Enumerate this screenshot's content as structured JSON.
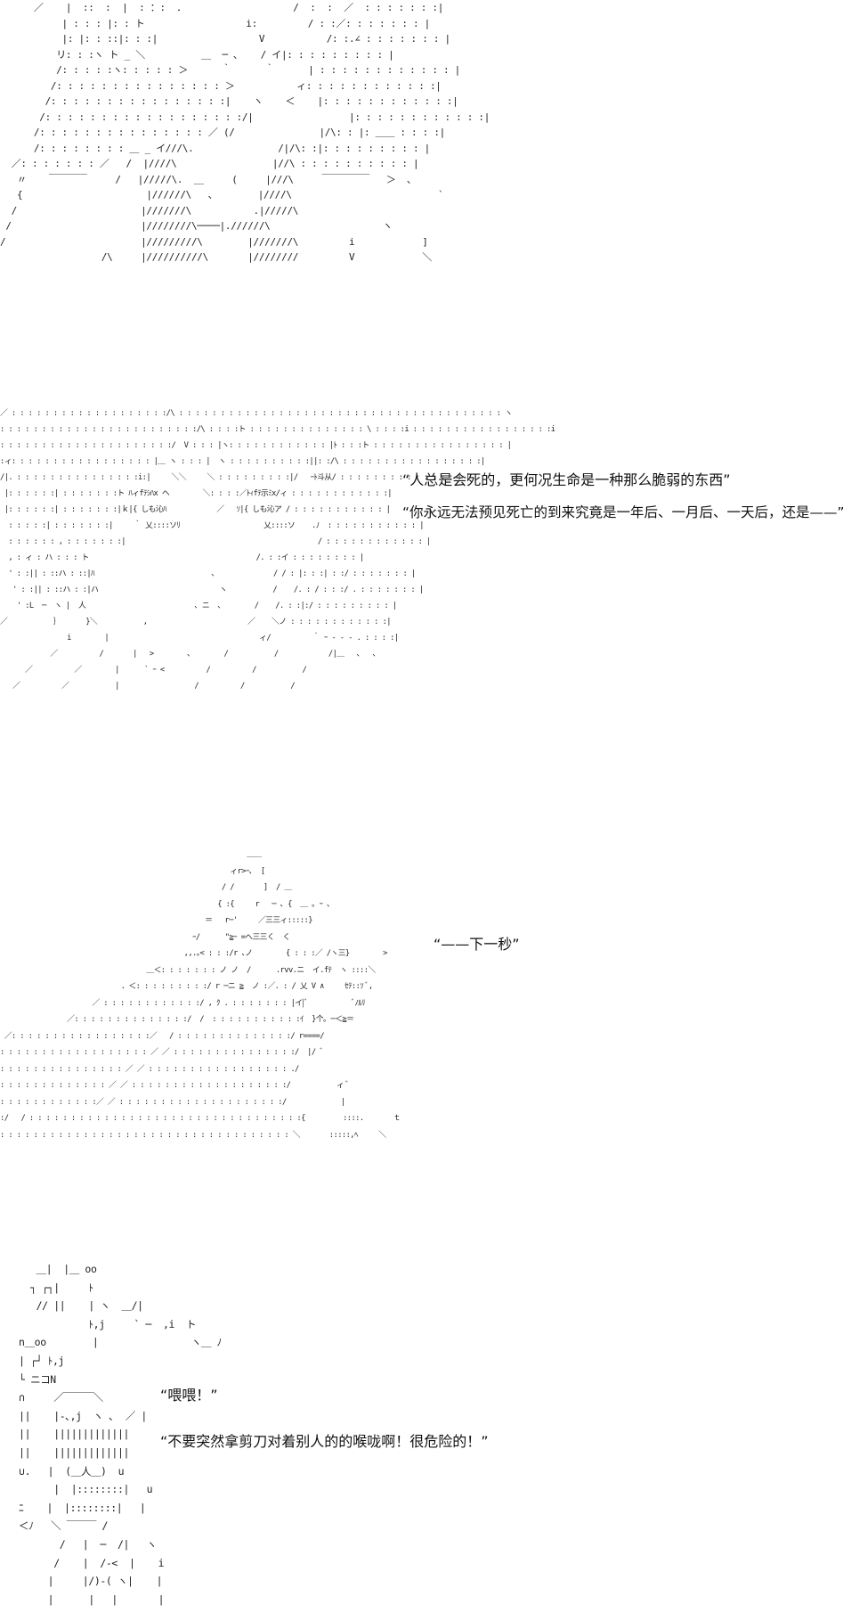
{
  "panels": [
    {
      "art": "      ／    |  ::  :  |  : ：:  ．                   /  :  :  ／  : : : : : : :|\n           | : : : |: : ト                  i:         / : :／: : : : : : : |\n           |: |: : ::|: : :|                  V           /: :.∠ : : : : : : : |\n          リ: : :ヽ ト _ ＼          ＿  ─ ､    / イ|: : : : : : : : : |\n          /: : : : :ヽ: : : : : ＞      ｀      ｀      | : : : : : : : : : : : : |\n         /: : : : : : : : : : : : : : : ＞           ィ: : : : : : : : : : : :|\n        /: : : : : : : : : : : : : : : :|    ヽ    ＜    |: : : : : : : : : : : :|\n       /: : : : : : : : : : : : : : : : : :/|                 |: : : : : : : : : : : :|\n      /: : : : : : : : : : : : : : : ／ (/               |/\\: : |: ＿＿ : : : :|\n      /: : : : : : : : ＿ _ イ///\\.               /|/\\: :|: : : : : : : : : |\n  ／: : : : : : : ／   /  |////\\                 |//\\ : : : : : : : : : : |\n   〃    ￣￣￣￣     /   |/////\\.  ＿     (     |///\\     ￣￣￣￣￣   ＞  ､\n   {                      |//////\\   ､        |////\\                          `\n  /                      |///////\\           .|/////\\\n /                       |////////\\────|.//////\\                    ヽ\n/                        |/////////\\        |///////\\         i            ]\n                  /\\     |//////////\\       |////////         V            ＼",
      "lines": []
    },
    {
      "art": "／ : : : : : : : : : : : : : : : : : : :/\\ : : : : : : : : : : : : : : : : : : : : : : : : : : : : : : : : : : : : : : : ヽ\n: : : : : : : : : : : : : : : : : : : : : : : :/\\ : : : :ト : : : : : : : : : : : : : : \\ : : : :i : : : : : : : : : : : : : : : : :i\n: : : : : : : : : : : : : : : : : : : : :/  V : : : |ヽ: : : : : : : : : : : : |ﾄ : : :ト : : : : : : : : : : : : : : : : |\n:ィ: : : : : : : : : : : : : : : : : |＿ ヽ : : : |  ヽ : : : : : : : : : :||: :/\\ : : : : : : : : : : : : : : : : :|\n/|. : : : : : : : : : : : : : : :i:|     ＼＼     ＼ : : : : : : : : :|/   ｰﾄ斗从/ : : : : : : : : : : : : : : : |\n |: : : : : :| : : : : : : :ト ﾊィfﾃｼﾊx ヘ        ＼: : : :／ﾄｨfﾃ示ﾐx/ィ : : : : : : : : : : : :|\n |: : : : : :| : : : : : : :|ｋ|{ しも沁ﾊ            ／   ｿ|{ しも沁ア / : : : : : : : : : : : |\n  : : : : :| : : : : : : :|     ｀ 乂::::ソﾘ                    乂::::ソ    .ﾉ  : : : : : : : : : : : |\n  : : : : : : , : : : : : : :|                                              / : : : : : : : : : : : : |\n  , : ィ : ハ : : : ト                                        /. : :イ : : : : : : : : |\n  ' : :|| : ::ハ : ::|ﾊ                            ､              / / : |: : :| : :/ : : : : : : : |\n   ' : :|| : ::ハ : :|ハ                             ヽ           /    /. : / : : :/ . : : : : : : : |\n    ' :L  ─  ヽ |  人                          ､ ニ  ､        /    /. : :|:/ : : : : : : : : : |\n／           ｝      }＼           ,                        ／    ＼ノ : : : : : : : : : : : :|\n                i        |                                    ィ/          ｀ ｰ - - - . : : : :|\n            ／          /       |   >        ､        /           /            /|＿   ､   ､\n      ／          ／        |      ` ｰ <          /          /           /\n   ／          ／           |                  /          /           /",
      "lines": [
        "“人总是会死的，更何况生命是一种那么脆弱的东西”",
        "“你永远无法预见死亡的到来究竟是一年后、一月后、一天后，还是——”"
      ]
    },
    {
      "art": "                                                           ＿＿\n                                                       ィr>ｰ､  [\n                                                     / /       ]  / ＿\n                                                    { :{     r   ─ ､ {  ＿ ｡ ｰ ､\n                                                 ＝   r─'     ／三三ィ:::::}\n                                              ｰ/      \"≧ｰ =へ三三く  く\n                                            ,,.｡< : : :/r ､ノ        { : : :／ /ヽ三}        >\n                                   ＿＜: : : : : : : ノ ノ  /      .rvv.ニ  イ.fﾃ  ヽ ::::＼\n                             ．＜: : : : : : : : :/ r ─ニ ≧  ノ :／. : / 乂 V ∧     ｾﾃ::ｿ ﾞ,\n                      ／ : : : : : : : : : : : :/ , ｸ . : : : : : : : |イ|ﾞ           ﾞﾉﾙﾘ\n                ／: : : : : : : : : : : : : :/  /  : : : : : : : : : : :ｲ  }个｡ ─＜≧＝\n ／: : : : : : : : : : : : : : : : :／   / : : : : : : : : : : : : : :/ r====/\n: : : : : : : : : : : : : : : : : : ／ ／ : : : : : : : : : : : : : : :/  |/ ﾞ\n: : : : : : : : : : : : : : : ／ ／ : : : : : : : : : : : : : : : : : ./\n: : : : : : : : : : : : : ／ ／ : : : : : : : : : : : : : : : : : : :/           ィ ﾞ\n: : : : : : : : : : : :／ ／ : : : : : : : : : : : : : : : : : : : :/             |\n:/   / : : : : : : : : : : : : : : : : : : : : : : : : : : : : : : : : :{         ::::.       ｔ\n: : : : : : : : : : : : : : : : : : : : : : : : : : : : : : : : : : : ＼       :::::,ﾍ     ＼",
      "lines": [
        "“——下一秒”"
      ]
    },
    {
      "art": "     ＿|  |＿ oo\n    ┐ ┌┐|     ﾄ\n     // ||    | ヽ  ＿/|\n              ﾄ,j     ` ─  ,i  ト\n  n＿oo        |                ヽ＿ ﾉ\n  | ┌┘ ﾄ,j\n  └ ニコN\n  ∩     ／￣￣￣＼\n  ||    |-､,j  ヽ ､  ／ |\n  ||    |||||||||||||\n  ||    |||||||||||||\n  ∪.   |  (＿人＿)  u\n        |  |::::::::|   u\n  ﾆ    |  |::::::::|   |\n  ＜ﾉ   ＼ ￣￣￣ /\n         /   |  ─  /|   ヽ\n        /    |  /-<  |    i\n       |     |/)-( ヽ|    |\n       |      |   |       |",
      "lines": [
        "“喂喂！”",
        "“不要突然拿剪刀对着别人的的喉咙啊！很危险的！”"
      ]
    }
  ]
}
